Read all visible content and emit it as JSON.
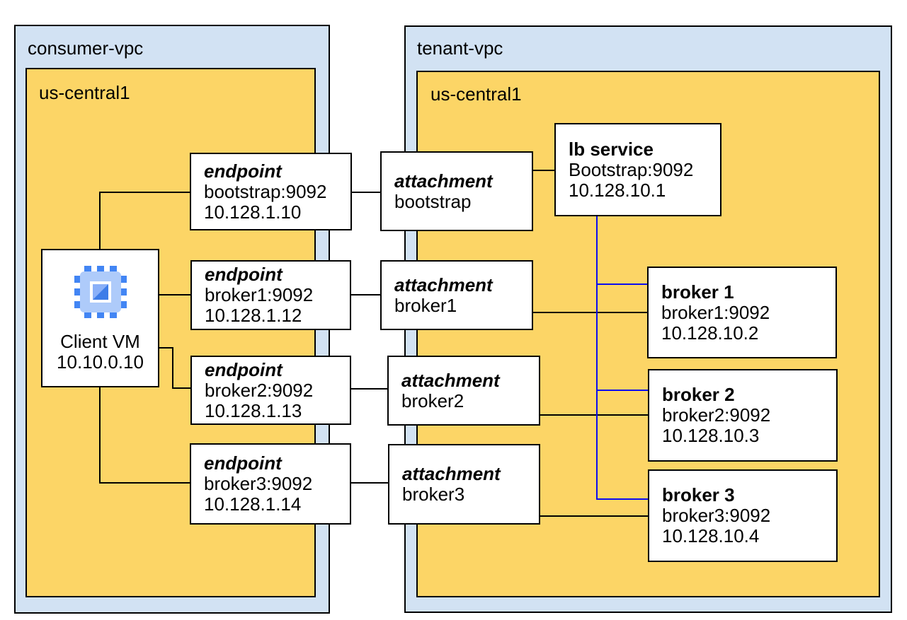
{
  "diagram": {
    "consumer_vpc": {
      "label": "consumer-vpc",
      "region_label": "us-central1"
    },
    "tenant_vpc": {
      "label": "tenant-vpc",
      "region_label": "us-central1"
    },
    "client_vm": {
      "icon": "cpu-chip-icon",
      "name": "Client VM",
      "ip": "10.10.0.10"
    },
    "endpoints": [
      {
        "title": "endpoint",
        "service": "bootstrap:9092",
        "ip": "10.128.1.10"
      },
      {
        "title": "endpoint",
        "service": "broker1:9092",
        "ip": "10.128.1.12"
      },
      {
        "title": "endpoint",
        "service": "broker2:9092",
        "ip": "10.128.1.13"
      },
      {
        "title": "endpoint",
        "service": "broker3:9092",
        "ip": "10.128.1.14"
      }
    ],
    "attachments": [
      {
        "title": "attachment",
        "name": "bootstrap"
      },
      {
        "title": "attachment",
        "name": "broker1"
      },
      {
        "title": "attachment",
        "name": "broker2"
      },
      {
        "title": "attachment",
        "name": "broker3"
      }
    ],
    "lb_service": {
      "title": "lb service",
      "service": "Bootstrap:9092",
      "ip": "10.128.10.1"
    },
    "brokers": [
      {
        "title": "broker 1",
        "service": "broker1:9092",
        "ip": "10.128.10.2"
      },
      {
        "title": "broker 2",
        "service": "broker2:9092",
        "ip": "10.128.10.3"
      },
      {
        "title": "broker 3",
        "service": "broker3:9092",
        "ip": "10.128.10.4"
      }
    ],
    "colors": {
      "vpc_fill": "#d2e2f3",
      "region_fill": "#fcd566",
      "node_fill": "#ffffff",
      "border": "#000000",
      "connector": "#000000",
      "lb_connector": "#0b0bf0",
      "icon_pin": "#4285f4",
      "icon_body": "#aecbfa",
      "icon_dark": "#3e7de8",
      "icon_light": "#8ab0f8"
    }
  }
}
